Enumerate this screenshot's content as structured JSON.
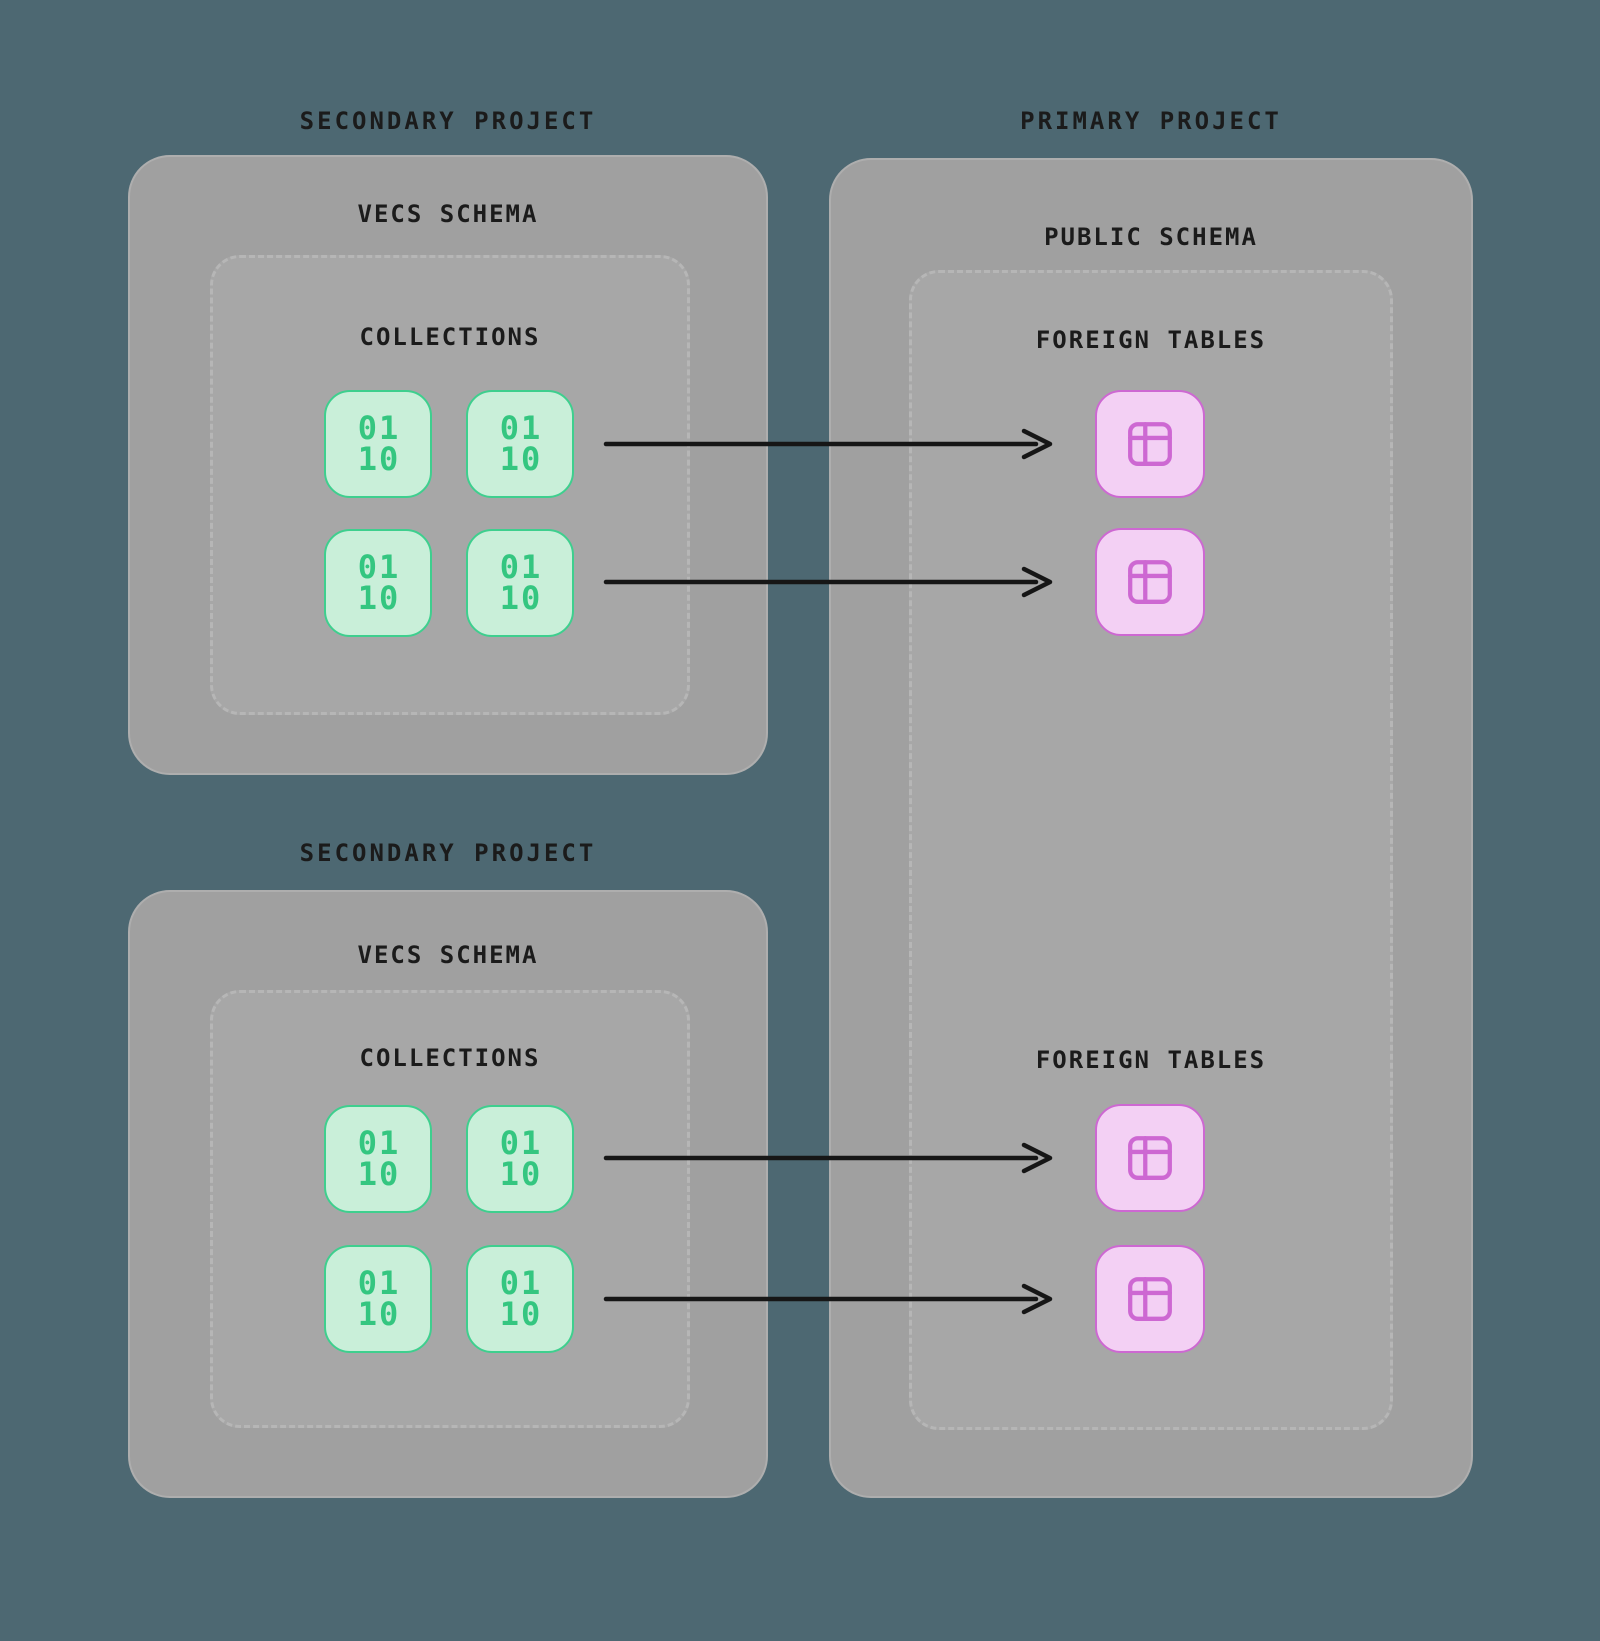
{
  "diagram": {
    "titles": {
      "secondary_top": "SECONDARY PROJECT",
      "secondary_bottom": "SECONDARY PROJECT",
      "primary": "PRIMARY PROJECT"
    },
    "panels": {
      "secondary_top": {
        "schema_label": "VECS SCHEMA",
        "collections_label": "COLLECTIONS"
      },
      "secondary_bottom": {
        "schema_label": "VECS SCHEMA",
        "collections_label": "COLLECTIONS"
      },
      "primary": {
        "schema_label": "PUBLIC SCHEMA",
        "foreign_tables_top_label": "FOREIGN TABLES",
        "foreign_tables_bottom_label": "FOREIGN TABLES"
      }
    },
    "collection_chip": {
      "line1": "01",
      "line2": "10"
    },
    "icons": {
      "collection": "binary-matrix-icon",
      "foreign_table": "table-grid-icon",
      "connector": "right-arrow"
    },
    "colors": {
      "bg": "#4d6872",
      "panel": "#a0a0a0",
      "panel_edge": "#aeaeae",
      "inner": "#a7a7a7",
      "inner_edge": "#b6b6b6",
      "ink": "#1b1b1b",
      "green_fill": "#c9efd9",
      "green_stroke": "#3ecf8e",
      "green_text": "#34c680",
      "pink_fill": "#f3d0f4",
      "pink_stroke": "#cd68d2",
      "arrow": "#161616"
    }
  }
}
